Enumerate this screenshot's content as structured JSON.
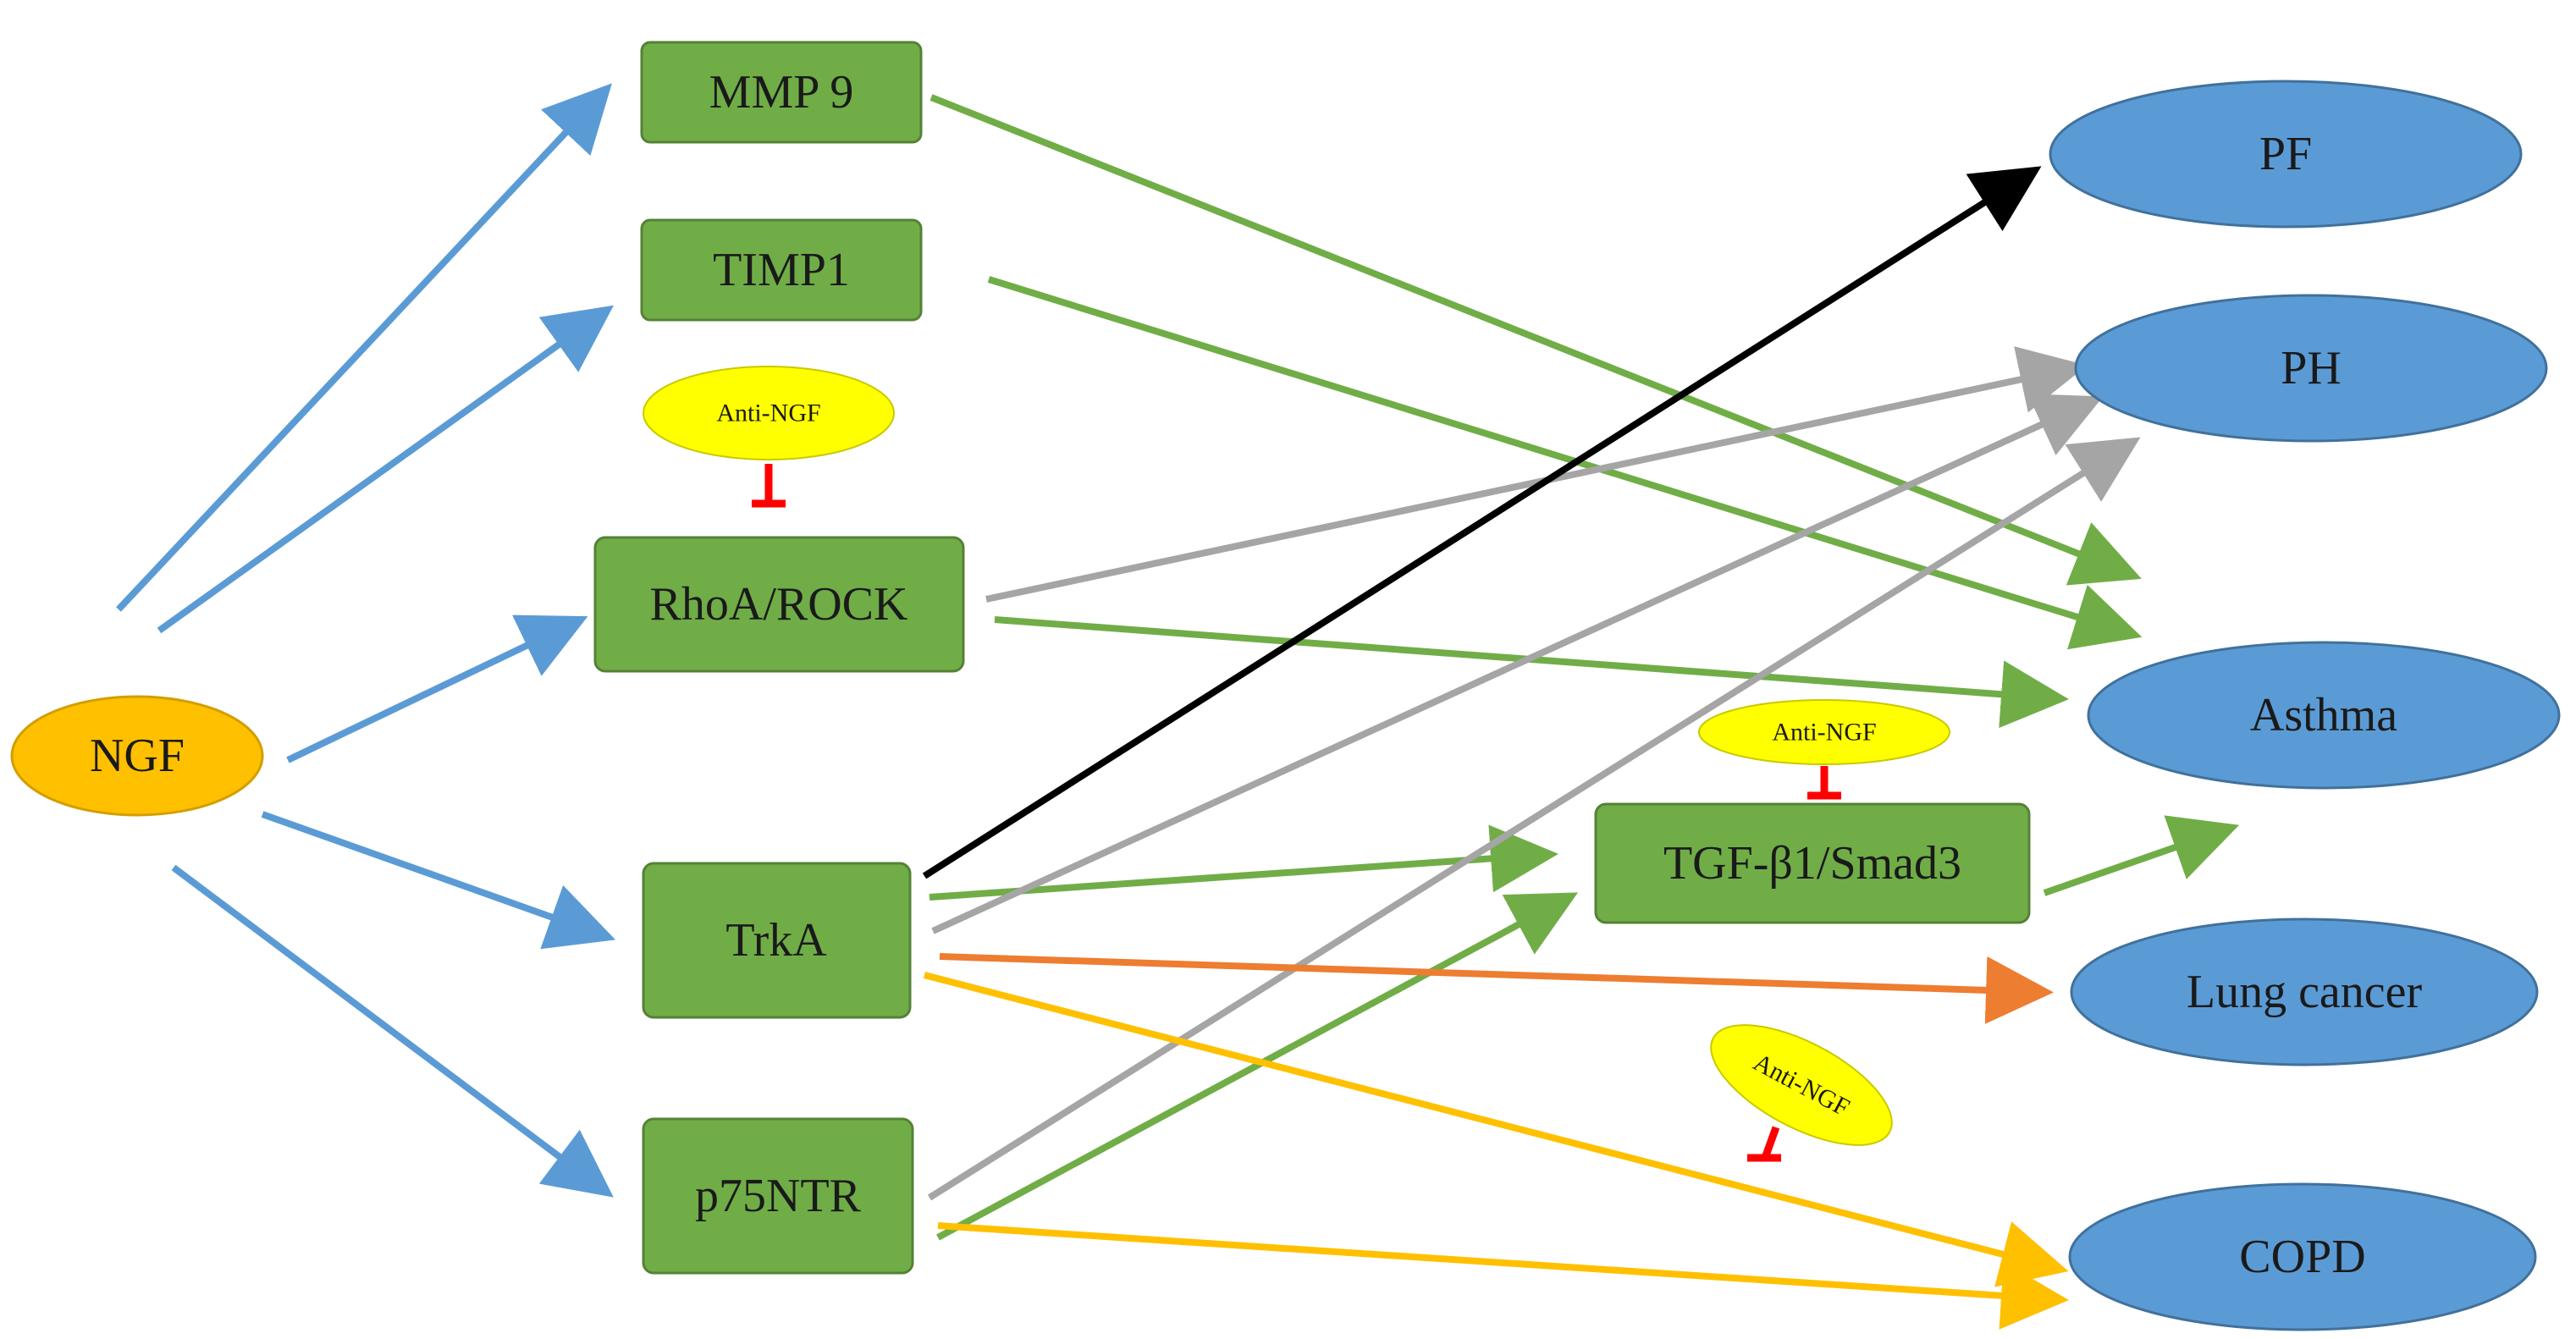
{
  "colors": {
    "box_fill": "#70ad47",
    "box_stroke": "#548235",
    "disease_fill": "#5b9bd5",
    "ngf_fill": "#ffc000",
    "anti_fill": "#ffff00",
    "inhibit": "#ff0000",
    "arrow_blue": "#5b9bd5",
    "arrow_green": "#70ad47",
    "arrow_gray": "#a5a5a5",
    "arrow_black": "#000000",
    "arrow_orange": "#ed7d31",
    "arrow_yellow": "#ffc000"
  },
  "nodes": {
    "ngf": "NGF",
    "mmp9": "MMP 9",
    "timp1": "TIMP1",
    "rhoa": "RhoA/ROCK",
    "trka": "TrkA",
    "p75": "p75NTR",
    "tgf": "TGF-β1/Smad3"
  },
  "diseases": {
    "pf": "PF",
    "ph": "PH",
    "asthma": "Asthma",
    "lung_cancer": "Lung cancer",
    "copd": "COPD"
  },
  "inhibitors": {
    "rhoa": "Anti-NGF",
    "tgf": "Anti-NGF",
    "copd": "Anti-NGF"
  }
}
